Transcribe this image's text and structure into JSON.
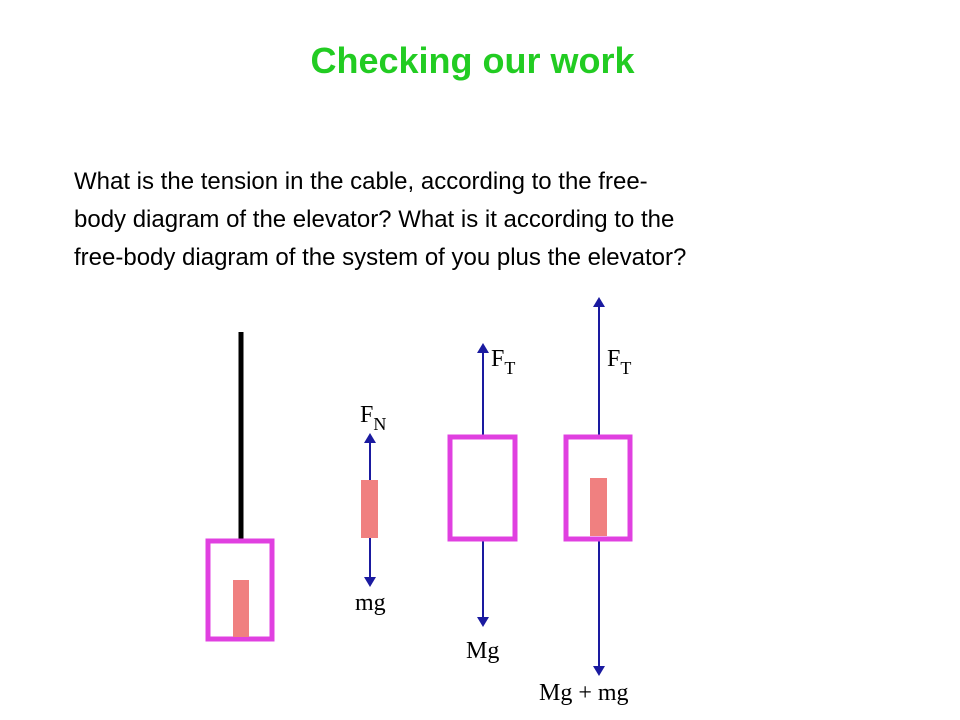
{
  "title": "Checking our work",
  "question": {
    "line1": "What is the tension in the cable, according to the free-",
    "line2": "body diagram of the elevator? What is it according to the",
    "line3": "free-body diagram of the system of you plus the elevator?"
  },
  "diagram": {
    "colors": {
      "box": "#e040e0",
      "person": "#f08080",
      "arrow": "#1a1aa0",
      "cable": "#000000",
      "title": "#22cc22"
    },
    "person_fbd": {
      "up_label": "F",
      "up_subscript": "N",
      "down_label": "mg"
    },
    "elevator_fbd": {
      "up_label": "F",
      "up_subscript": "T",
      "down_label": "Mg"
    },
    "system_fbd": {
      "up_label": "F",
      "up_subscript": "T",
      "down_label": "Mg + mg"
    }
  }
}
